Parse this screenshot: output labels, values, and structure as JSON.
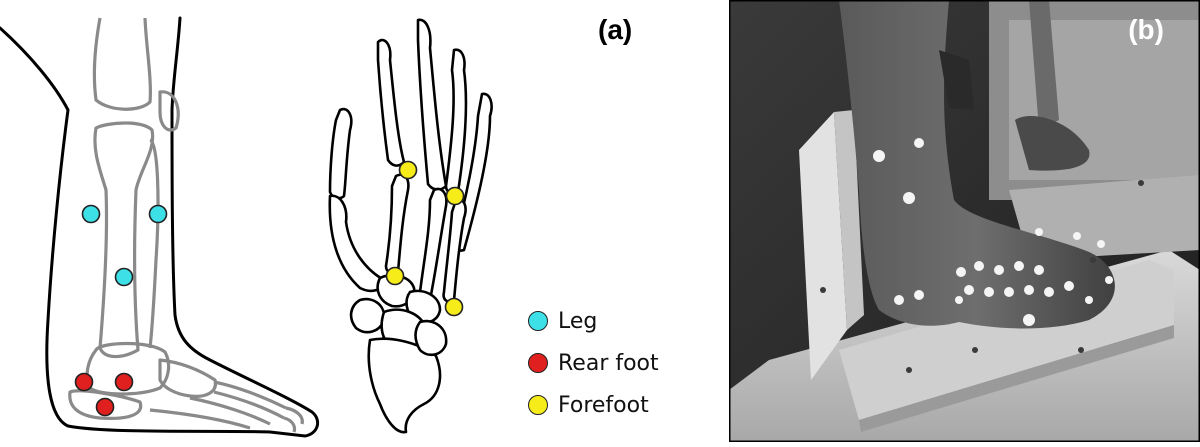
{
  "figure": {
    "panel_a_label": "(a)",
    "panel_b_label": "(b)"
  },
  "legend": {
    "items": [
      {
        "label": "Leg",
        "color": "#3ee0e8"
      },
      {
        "label": "Rear foot",
        "color": "#e0201e"
      },
      {
        "label": "Forefoot",
        "color": "#f5ec1a"
      }
    ]
  },
  "markers": {
    "leg_color": "#3ee0e8",
    "rear_foot_color": "#e0201e",
    "forefoot_color": "#f5ec1a"
  }
}
